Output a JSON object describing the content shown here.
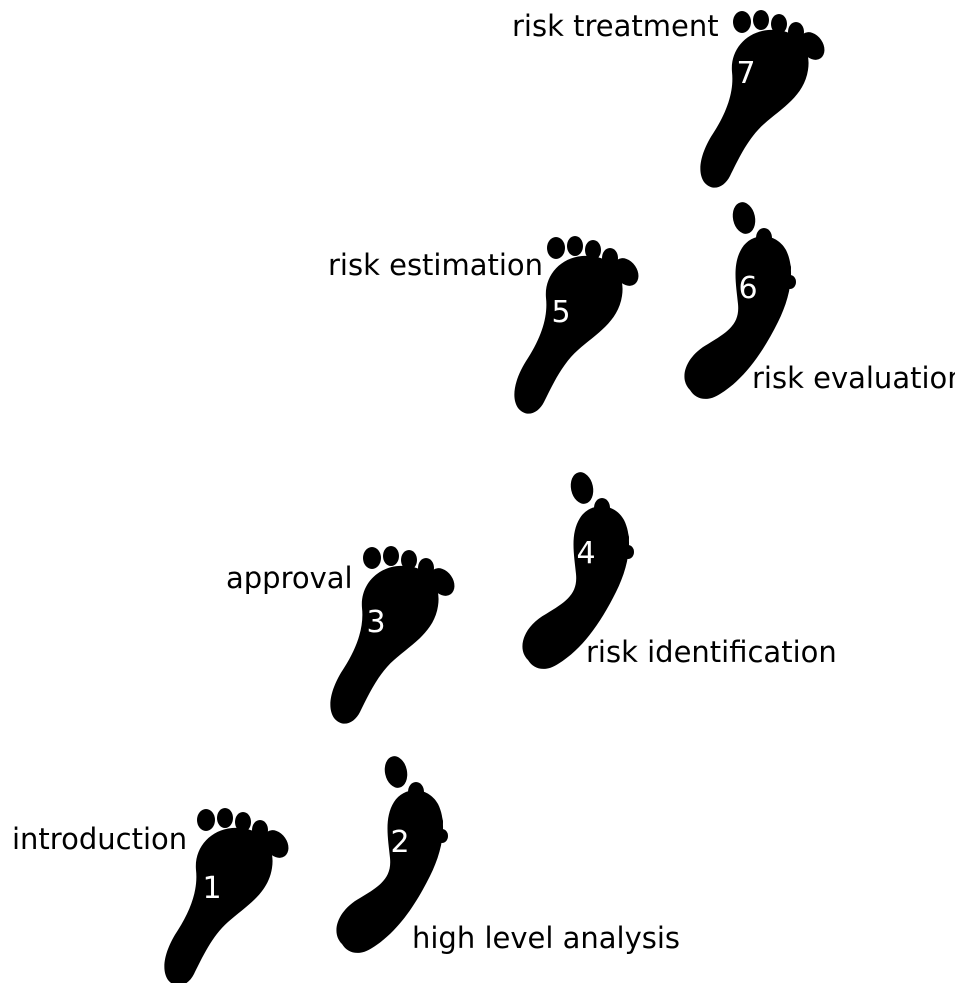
{
  "colors": {
    "background": "#ffffff",
    "footprint": "#000000",
    "number": "#ffffff",
    "label": "#000000"
  },
  "steps": [
    {
      "number": "1",
      "label": "introduction",
      "foot": "left"
    },
    {
      "number": "2",
      "label": "high level analysis",
      "foot": "right"
    },
    {
      "number": "3",
      "label": "approval",
      "foot": "left"
    },
    {
      "number": "4",
      "label": "risk identification",
      "foot": "right"
    },
    {
      "number": "5",
      "label": "risk estimation",
      "foot": "left"
    },
    {
      "number": "6",
      "label": "risk evaluation",
      "foot": "right"
    },
    {
      "number": "7",
      "label": "risk treatment",
      "foot": "left"
    }
  ]
}
